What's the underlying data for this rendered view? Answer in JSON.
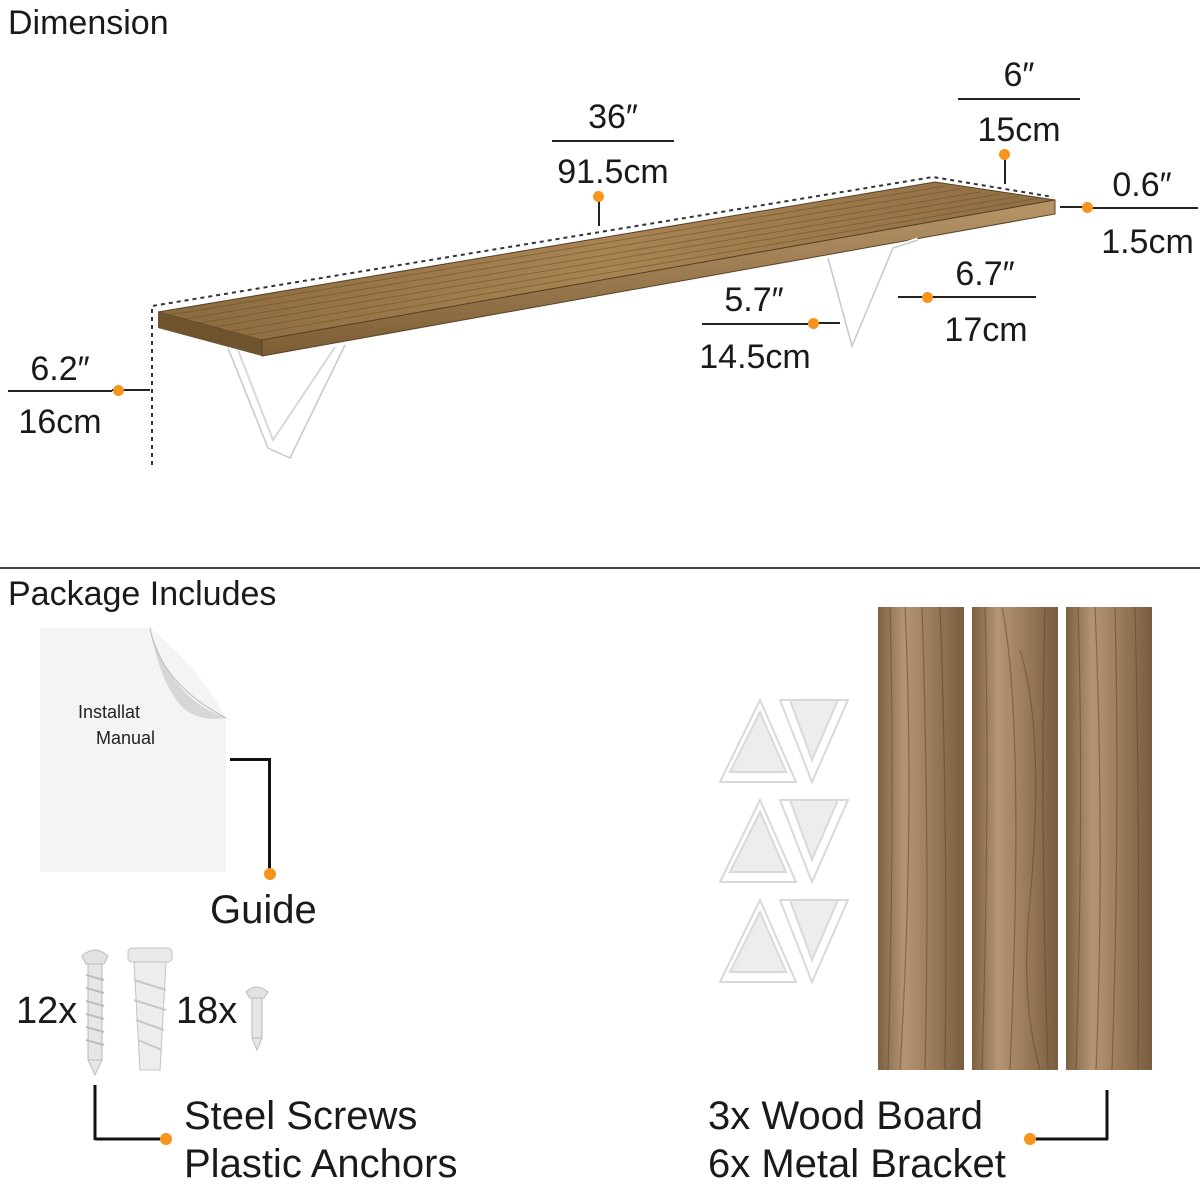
{
  "dimension": {
    "title": "Dimension",
    "length": {
      "inch": "36″",
      "cm": "91.5cm"
    },
    "depth": {
      "inch": "6″",
      "cm": "15cm"
    },
    "thickness": {
      "inch": "0.6″",
      "cm": "1.5cm"
    },
    "height": {
      "inch": "6.2″",
      "cm": "16cm"
    },
    "bracket_depth": {
      "inch": "5.7″",
      "cm": "14.5cm"
    },
    "bracket_height": {
      "inch": "6.7″",
      "cm": "17cm"
    }
  },
  "package": {
    "title": "Package Includes",
    "manual_label_line1": "Installat",
    "manual_label_line2": "Manual",
    "guide": "Guide",
    "screws_count": "12x",
    "anchors_count": "18x",
    "hardware_line1": "Steel Screws",
    "hardware_line2": "Plastic Anchors",
    "boards_line1": "3x Wood Board",
    "boards_line2": "6x Metal Bracket"
  },
  "colors": {
    "accent_dot": "#f7941d",
    "wood": "#9b7a4c",
    "wood_dark": "#6e532f",
    "line": "#222222"
  },
  "icons": [
    "shelf-illustration",
    "manual-page-icon",
    "screw-icon",
    "anchor-icon",
    "bracket-icon",
    "wood-board-icon"
  ]
}
